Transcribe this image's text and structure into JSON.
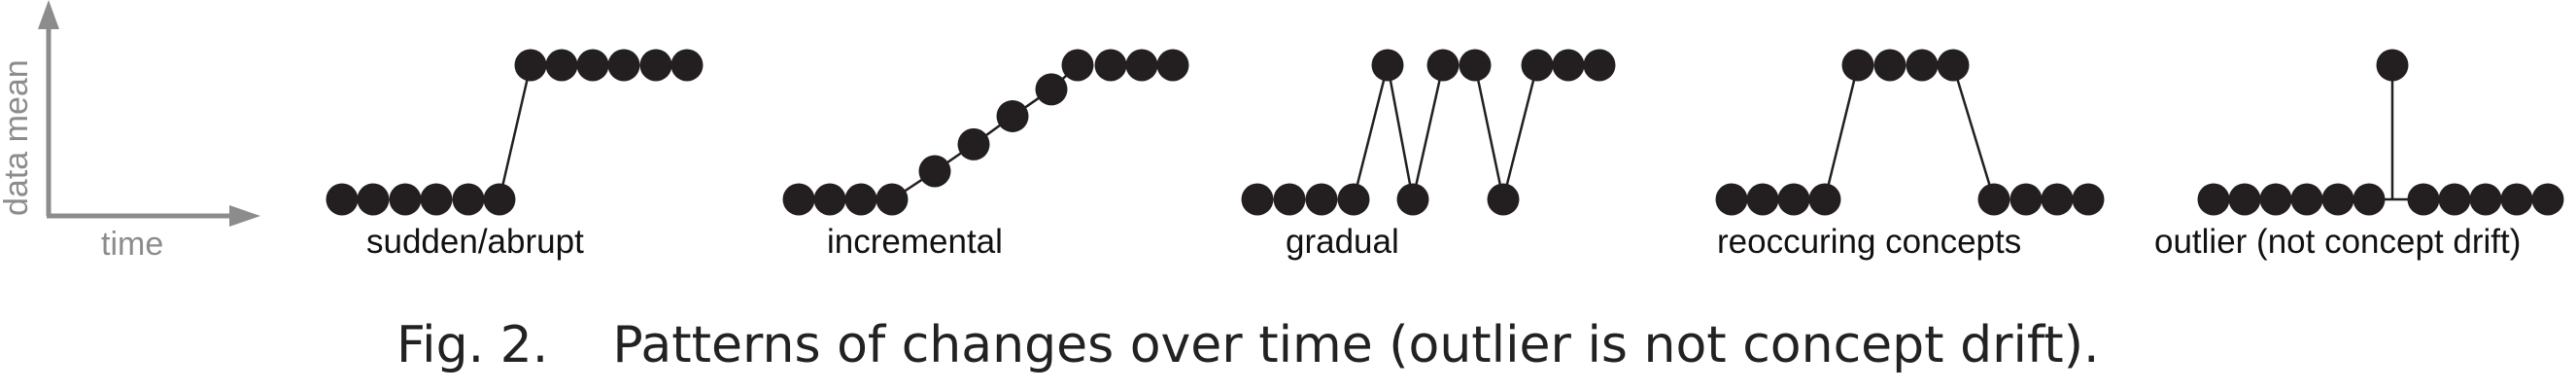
{
  "axes": {
    "ylabel": "data mean",
    "xlabel": "time",
    "color": "#8c8c8c"
  },
  "patterns": [
    {
      "label": "sudden/abrupt",
      "means": [
        0,
        0,
        0,
        0,
        0,
        0,
        1,
        1,
        1,
        1,
        1,
        1
      ]
    },
    {
      "label": "incremental",
      "means": [
        0,
        0,
        0,
        0,
        0.21,
        0.41,
        0.62,
        0.82,
        1,
        1,
        1,
        1
      ]
    },
    {
      "label": "gradual",
      "means": [
        0,
        0,
        0,
        0,
        1,
        0,
        1,
        1,
        0,
        1,
        1,
        1
      ]
    },
    {
      "label": "reoccuring concepts",
      "means": [
        0,
        0,
        0,
        0,
        1,
        1,
        1,
        1,
        0,
        0,
        0,
        0
      ]
    },
    {
      "label": "outlier (not concept drift)",
      "means": [
        0,
        0,
        0,
        0,
        0,
        0,
        1,
        0,
        0,
        0,
        0,
        0
      ]
    }
  ],
  "caption": "Fig. 2.    Patterns of changes over time (outlier is not concept drift).",
  "colors": {
    "dot": "#231f20",
    "line": "#231f20",
    "text": "#111111"
  }
}
